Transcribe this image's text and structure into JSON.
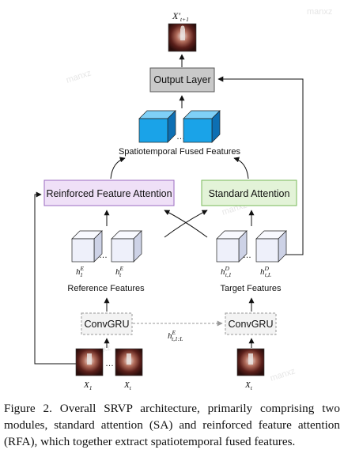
{
  "nodes": {
    "output_layer": "Output Layer",
    "fused_features": "Spatiotemporal Fused Features",
    "rfa": "Reinforced Feature Attention",
    "sa": "Standard Attention",
    "reference_features": "Reference Features",
    "target_features": "Target Features",
    "convgru_left": "ConvGRU",
    "convgru_right": "ConvGRU",
    "ellipsis": "…"
  },
  "math": {
    "output_symbol": "X′",
    "output_sub": "t+1",
    "h1e_base": "h",
    "h1e_sup": "E",
    "h1e_sub": "1",
    "hte_base": "h",
    "hte_sup": "E",
    "hte_sub": "t",
    "htd1_base": "h",
    "htd1_sup": "D",
    "htd1_sub": "t,1",
    "htdl_base": "h",
    "htdl_sup": "D",
    "htdl_sub": "t,L",
    "hidden_base": "h",
    "hidden_sup": "E",
    "hidden_sub": "t,1:L",
    "x1_base": "X",
    "x1_sub": "1",
    "xt_left_base": "X",
    "xt_left_sub": "t",
    "xt_right_base": "X",
    "xt_right_sub": "t"
  },
  "watermarks": [
    "manxz",
    "manxz",
    "manxz",
    "manxz",
    "manxz"
  ],
  "caption": "Figure 2.  Overall SRVP architecture, primarily comprising two modules, standard attention (SA) and reinforced feature attention (RFA), which together extract spatiotemporal fused features.",
  "colors": {
    "output_fill": "#c9c9c9",
    "rfa_fill": "#efe0f7",
    "rfa_stroke": "#9b6bc0",
    "sa_fill": "#e3f3d8",
    "sa_stroke": "#79b85a",
    "cube_front": "#1aa3e8",
    "cube_top": "#7fd0f7",
    "cube_side": "#0d6fb3",
    "hidden_front": "#eef0fa",
    "hidden_top": "#f8f9fe",
    "hidden_side": "#cdd2e6"
  }
}
